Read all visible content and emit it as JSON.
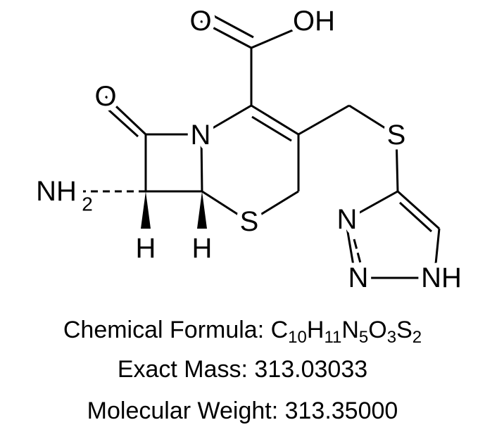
{
  "molecule": {
    "atom_labels": {
      "acid_o": "O",
      "acid_oh": "OH",
      "lactam_o": "O",
      "ring_n": "N",
      "amine": "NH",
      "amine_sub": "2",
      "h1": "H",
      "h2": "H",
      "ring_s": "S",
      "side_s": "S",
      "triazole_n1": "N",
      "triazole_n2": "N",
      "triazole_nh": "NH"
    }
  },
  "info": {
    "formula_label": "Chemical Formula: ",
    "formula_parts": [
      {
        "el": "C",
        "n": "10"
      },
      {
        "el": "H",
        "n": "11"
      },
      {
        "el": "N",
        "n": "5"
      },
      {
        "el": "O",
        "n": "3"
      },
      {
        "el": "S",
        "n": "2"
      }
    ],
    "exact_mass": "Exact Mass: 313.03033",
    "molecular_weight": "Molecular Weight: 313.35000"
  }
}
